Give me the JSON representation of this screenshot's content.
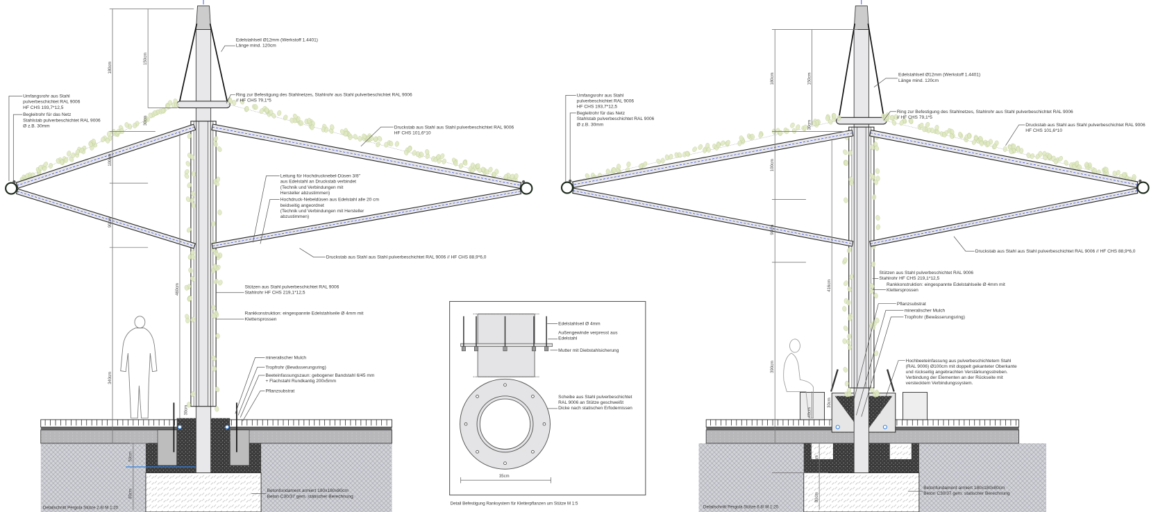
{
  "left_section": {
    "caption": "Detailschnitt Pergola Stütze 2.8/ M 1:20",
    "labels": {
      "cable": [
        "Edelstahlseil Ø12mm (Werkstoff 1.4401)",
        "Länge mind. 120cm"
      ],
      "ring": [
        "Ring zur Befestigung des Stahlnetzes, Stahlrohr aus Stahl pulverbeschichtet RAL 9006",
        "// HF CHS 79,1*5"
      ],
      "perimeter_tube": [
        "Umfangsrohr aus Stahl",
        "pulverbeschichtet RAL 9006",
        "HF CHS 193,7*12,5"
      ],
      "guide_tube": [
        "Begleitrohr für das Netz",
        "Stahlstab pulverbeschichtet RAL 9006",
        "Ø z.B. 30mm"
      ],
      "upper_strut": [
        "Druckstab aus Stahl aus Stahl pulverbeschichtet RAL 9006",
        "HF CHS 101,6*10"
      ],
      "mist_line": [
        "Leitung für Hochdrucknebel-Düsen 3/8\"",
        "aus Edelstahl an Druckstab verbindet",
        "(Technik und Verbindungen mit",
        "Hersteller abzustimmen)"
      ],
      "mist_nozzles": [
        "Hochdruck-Nebeldüsen aus Edelstahl alle 20 cm",
        "beidseitig angeordnet",
        "(Technik und Verbindungen mit Hersteller",
        "abzustimmen)"
      ],
      "lower_strut": [
        "Druckstab aus Stahl aus Stahl pulverbeschichtet RAL 9006 // HF CHS 88,9*6,0"
      ],
      "column": [
        "Stützen aus Stahl pulverbeschichtet RAL 9006",
        "Stahlrohr HF CHS 219,1*12,5"
      ],
      "trellis": [
        "Rankkonstruktion: eingespannte Edelstahlseile Ø 4mm mit",
        "Klettersprossen"
      ],
      "mulch": [
        "mineralischer Mulch"
      ],
      "drip": [
        "Tropfrohr (Bewässerungsring)"
      ],
      "edging": [
        "Beeteinfassungszaun: gebogener Bandstahl 6/45 mm",
        "+ Flachstahl Rundkantig 200x5mm"
      ],
      "substrate": [
        "Pflanzsubstrat"
      ],
      "foundation": [
        "Betonfundament armiert 180x180x80cm",
        "Beton C30/37 gem. statischer Berechnung"
      ]
    },
    "dimensions": [
      "180cm",
      "150cm",
      "30cm",
      "100cm",
      "90cm",
      "460cm",
      "340cm",
      "30cm",
      "50cm",
      "80cm"
    ]
  },
  "detail": {
    "caption": "Detail Befestigung Ranksystem für Kletterpflanzen um Stütze M 1:5",
    "labels": {
      "rope": [
        "Edelstahlseil Ø 4mm"
      ],
      "thread": [
        "Außengewinde verpresst aus",
        "Edelstahl"
      ],
      "nut": [
        "Mutter mit Diebstahlsicherung"
      ],
      "disc": [
        "Scheibe aus Stahl pulverbeschichtet",
        "RAL 9006 an Stütze geschweißt",
        "Dicke nach statischen Erfodernissen"
      ]
    },
    "dimension": "35cm"
  },
  "right_section": {
    "caption": "Detailschnitt Pergola Stütze 6.8/ M 1:20",
    "labels": {
      "cable": [
        "Edelstahlseil Ø12mm (Werkstoff 1.4401)",
        "Länge mind. 120cm"
      ],
      "ring": [
        "Ring zur Befestigung des Stahlnetzes, Stahlrohr aus Stahl pulverbeschichtet RAL 9006",
        "// HF CHS 79,1*5"
      ],
      "perimeter_tube": [
        "Umfangsrohr aus Stahl",
        "pulverbeschichtet RAL 9006",
        "HF CHS 193,7*12,5"
      ],
      "guide_tube": [
        "Begleitrohr für das Netz",
        "Stahlstab pulverbeschichtet RAL 9006",
        "Ø z.B. 30mm"
      ],
      "upper_strut": [
        "Druckstab aus Stahl aus Stahl pulverbeschichtet RAL 9006",
        "HF CHS 101,6*10"
      ],
      "lower_strut": [
        "Druckstab aus Stahl aus Stahl pulverbeschichtet RAL 9006 // HF CHS 88,9*6,0"
      ],
      "column": [
        "Stützen aus Stahl pulverbeschichtet RAL 9006",
        "Stahlrohr HF CHS 219,1*12,5"
      ],
      "trellis": [
        "Rankkonstruktion: eingespannte Edelstahlseile Ø 4mm mit",
        "Klettersprossen"
      ],
      "substrate": [
        "Pflanzsubstrat"
      ],
      "mulch": [
        "mineralischer Mulch"
      ],
      "drip": [
        "Tropfrohr (Bewässerungsring)"
      ],
      "raised_bed": [
        "Hochbeeteinfassung aus pulverbeschichtetem Stahl",
        "(RAL 9006) Ø100cm mit doppelt gekanteter Oberkante",
        "und rückseitig angebrachten Verstärkungsstreben.",
        "Verbindung der Elementen an der Rückseite mit",
        "verstecktem Verbindungssystem."
      ],
      "foundation": [
        "Betonfundament armiert 180x180x80cm",
        "Beton C30/37 gem. statischer Berechnung"
      ]
    },
    "dimensions": [
      "180cm",
      "150cm",
      "30cm",
      "100cm",
      "90cm",
      "416cm",
      "390cm",
      "30cm",
      "40cm",
      "50cm",
      "80cm"
    ]
  },
  "colors": {
    "axis_blue": "#2a3bd6",
    "irrigation_blue": "#2f7fe0",
    "leaf_fill": "#dfe8c2",
    "steel_fill": "#e8e8ea",
    "soil": "#cfd0d6",
    "gravel": "#3b3b3b"
  }
}
